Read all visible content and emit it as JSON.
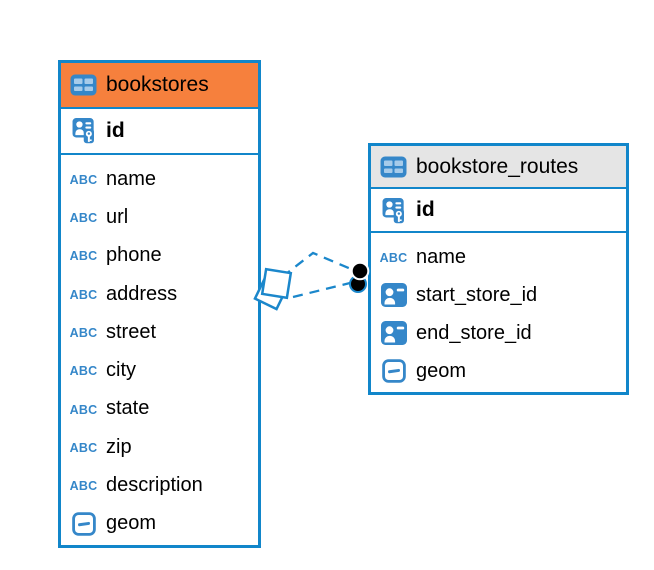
{
  "colors": {
    "accent_blue": "#1186CA",
    "icon_blue": "#3587C9",
    "icon_cell_blue": "#A6CBEA",
    "header_orange": "#F6803D",
    "header_gray": "#E5E5E5",
    "text": "#000000"
  },
  "icon_labels": {
    "text_type": "ABC"
  },
  "tables": [
    {
      "name": "bookstores",
      "header_color": "#F6803D",
      "columns": [
        {
          "name": "id",
          "icon": "primary-key"
        },
        {
          "name": "name",
          "icon": "text"
        },
        {
          "name": "url",
          "icon": "text"
        },
        {
          "name": "phone",
          "icon": "text"
        },
        {
          "name": "address",
          "icon": "text"
        },
        {
          "name": "street",
          "icon": "text"
        },
        {
          "name": "city",
          "icon": "text"
        },
        {
          "name": "state",
          "icon": "text"
        },
        {
          "name": "zip",
          "icon": "text"
        },
        {
          "name": "description",
          "icon": "text"
        },
        {
          "name": "geom",
          "icon": "geometry"
        }
      ]
    },
    {
      "name": "bookstore_routes",
      "header_color": "#E5E5E5",
      "columns": [
        {
          "name": "id",
          "icon": "primary-key"
        },
        {
          "name": "name",
          "icon": "text"
        },
        {
          "name": "start_store_id",
          "icon": "foreign-key"
        },
        {
          "name": "end_store_id",
          "icon": "foreign-key"
        },
        {
          "name": "geom",
          "icon": "geometry"
        }
      ]
    }
  ],
  "relationship": {
    "connects": [
      "bookstores",
      "bookstore_routes"
    ],
    "line_count": 2,
    "line_style": "dashed",
    "line_color": "#1B87CB",
    "source_marker": "overlapping-squares",
    "target_marker": "filled-circles"
  }
}
